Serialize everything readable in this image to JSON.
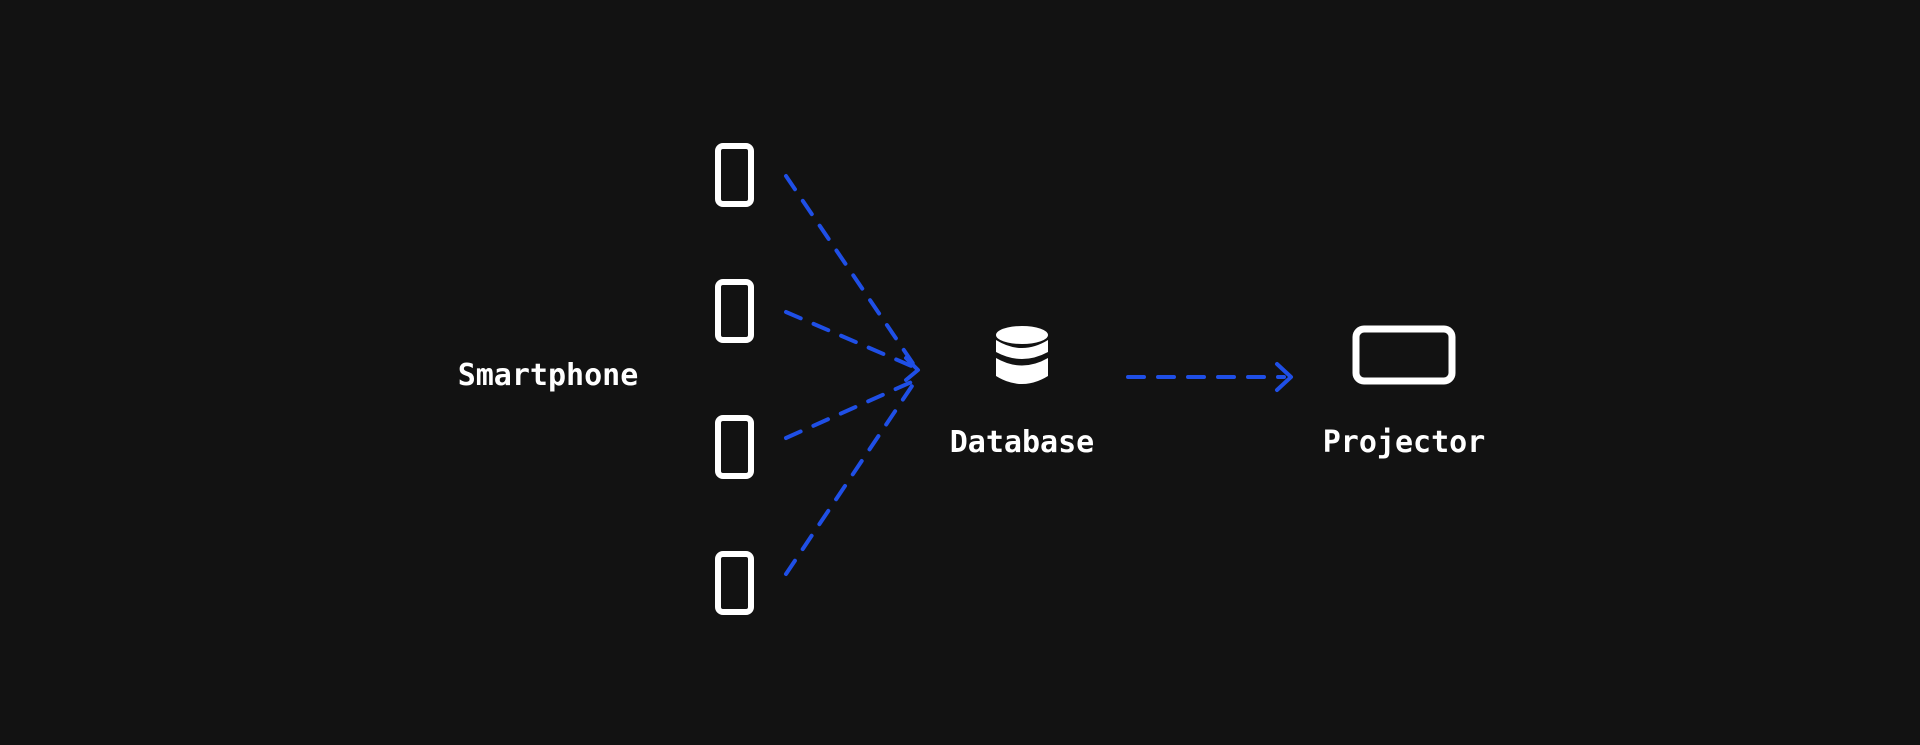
{
  "colors": {
    "background": "#121212",
    "foreground": "#ffffff",
    "connector": "#1f4fe6"
  },
  "labels": {
    "smartphone": "Smartphone",
    "database": "Database",
    "projector": "Projector"
  },
  "nodes": {
    "smartphones": [
      {
        "name": "smartphone-1",
        "icon": "smartphone-icon"
      },
      {
        "name": "smartphone-2",
        "icon": "smartphone-icon"
      },
      {
        "name": "smartphone-3",
        "icon": "smartphone-icon"
      },
      {
        "name": "smartphone-4",
        "icon": "smartphone-icon"
      }
    ],
    "database": {
      "icon": "database-icon"
    },
    "projector": {
      "icon": "projector-icon"
    }
  }
}
